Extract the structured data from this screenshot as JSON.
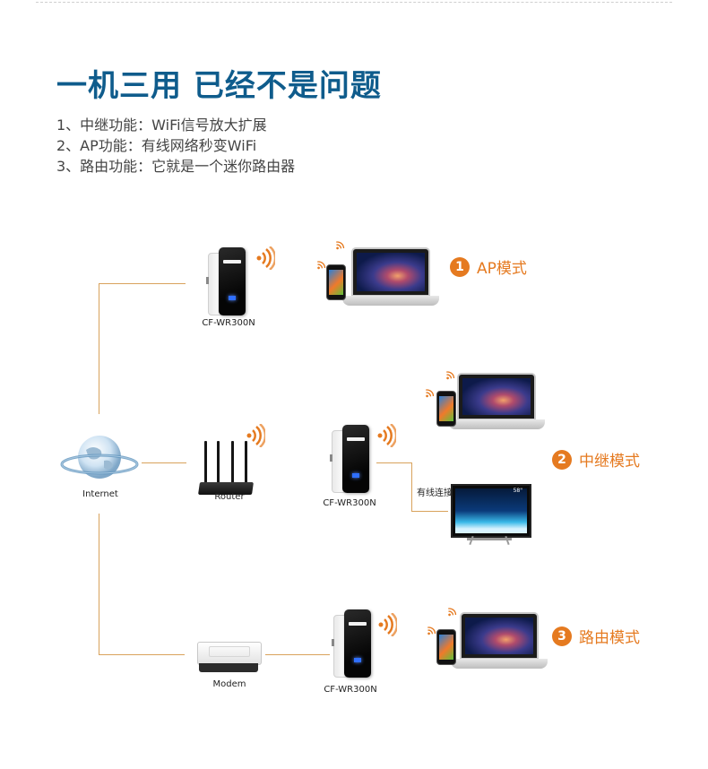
{
  "title": "一机三用 已经不是问题",
  "features": [
    "1、中继功能：WiFi信号放大扩展",
    "2、AP功能：有线网络秒变WiFi",
    "3、路由功能：它就是一个迷你路由器"
  ],
  "nodes": {
    "internet": "Internet",
    "router": "Router",
    "modem": "Modem",
    "device_ap": "CF-WR300N",
    "device_repeater": "CF-WR300N",
    "device_router": "CF-WR300N",
    "wired_connection": "有线连接",
    "tv_size": "58\""
  },
  "modes": [
    {
      "num": "1",
      "label": "AP模式"
    },
    {
      "num": "2",
      "label": "中继模式"
    },
    {
      "num": "3",
      "label": "路由模式"
    }
  ],
  "colors": {
    "title": "#0f5c8c",
    "accent": "#e57a20",
    "connector": "#d9a25c"
  }
}
